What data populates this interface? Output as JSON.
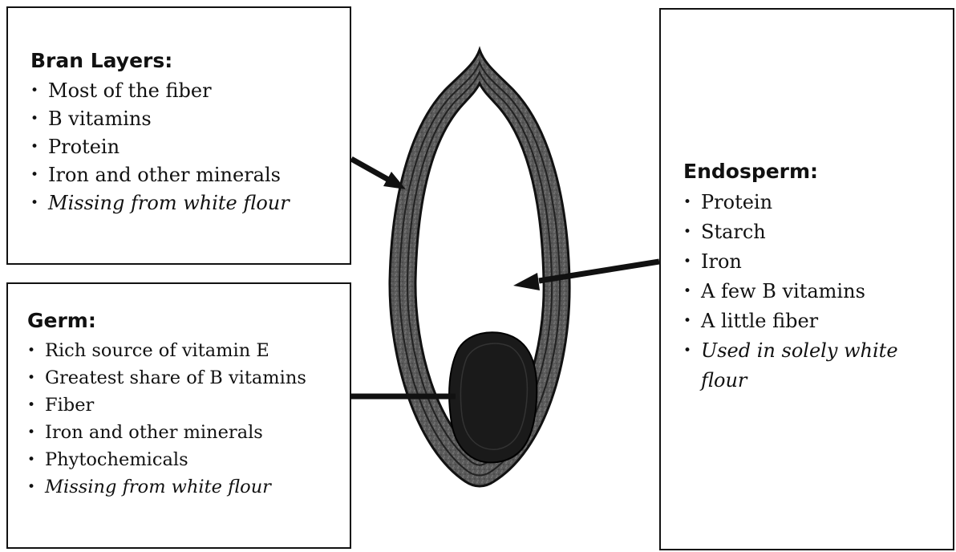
{
  "bran": {
    "title": "Bran Layers:",
    "items": [
      {
        "text": "Most of the fiber",
        "italic": false
      },
      {
        "text": "B vitamins",
        "italic": false
      },
      {
        "text": "Protein",
        "italic": false
      },
      {
        "text": "Iron and other minerals",
        "italic": false
      },
      {
        "text": "Missing from white flour",
        "italic": true
      }
    ]
  },
  "germ": {
    "title": "Germ:",
    "items": [
      {
        "text": "Rich source of vitamin E",
        "italic": false
      },
      {
        "text": "Greatest share of B vitamins",
        "italic": false
      },
      {
        "text": "Fiber",
        "italic": false
      },
      {
        "text": "Iron and other minerals",
        "italic": false
      },
      {
        "text": "Phytochemicals",
        "italic": false
      },
      {
        "text": "Missing from white flour",
        "italic": true
      }
    ]
  },
  "endosperm": {
    "title": "Endosperm:",
    "items": [
      {
        "text": "Protein",
        "italic": false
      },
      {
        "text": "Starch",
        "italic": false
      },
      {
        "text": "Iron",
        "italic": false
      },
      {
        "text": "A few B vitamins",
        "italic": false
      },
      {
        "text": "A little fiber",
        "italic": false
      },
      {
        "text": "Used in solely white flour",
        "italic": true
      }
    ]
  },
  "bullet_char": "•",
  "colors": {
    "ink": "#111111",
    "bran_shell": "#555555",
    "germ": "#1a1a1a"
  }
}
